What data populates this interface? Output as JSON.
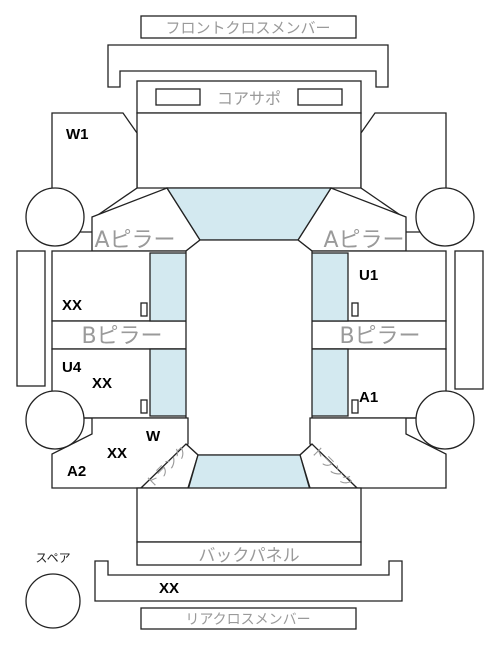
{
  "labels": {
    "front_cross_member": "フロントクロスメンバー",
    "core_support": "コアサポ",
    "a_pillar_left": "Aピラー",
    "a_pillar_right": "Aピラー",
    "b_pillar_left": "Bピラー",
    "b_pillar_right": "Bピラー",
    "back_panel": "バックパネル",
    "rear_cross_member": "リアクロスメンバー",
    "spare": "スペア",
    "trunk_left": "トランク",
    "trunk_right": "トランク"
  },
  "codes": {
    "w1": "W1",
    "u1": "U1",
    "xx_left_front": "XX",
    "u4": "U4",
    "xx_left_rear": "XX",
    "a1": "A1",
    "w": "W",
    "xx_left_bottom": "XX",
    "a2": "A2",
    "xx_rear": "XX"
  },
  "colors": {
    "glass": "#d3e9f0",
    "outline": "#222222",
    "label_gray": "#9a9a9a"
  }
}
